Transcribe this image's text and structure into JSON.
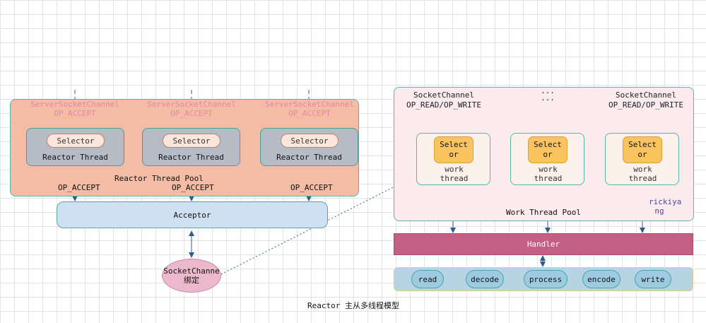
{
  "caption": "Reactor 主从多线程模型",
  "left_pool": {
    "label": "Reactor Thread Pool",
    "channel_label_line1": "ServerSocketChannel",
    "channel_label_line2": "OP_ACCEPT",
    "reactors": [
      {
        "selector": "Selector",
        "thread": "Reactor Thread",
        "op": "OP_ACCEPT"
      },
      {
        "selector": "Selector",
        "thread": "Reactor Thread",
        "op": "OP_ACCEPT"
      },
      {
        "selector": "Selector",
        "thread": "Reactor Thread",
        "op": "OP_ACCEPT"
      }
    ]
  },
  "acceptor": {
    "label": "Acceptor"
  },
  "socket_channel_bind": {
    "line1": "SocketChanne",
    "line2": "绑定"
  },
  "right_pool": {
    "label": "Work Thread Pool",
    "channel_label_line1": "SocketChannel",
    "channel_label_line2": "OP_READ/OP_WRITE",
    "ellipsis": "...",
    "workers": [
      {
        "selector": "Selector",
        "thread_line1": "work",
        "thread_line2": "thread"
      },
      {
        "selector": "Selector",
        "thread_line1": "work",
        "thread_line2": "thread"
      },
      {
        "selector": "Selector",
        "thread_line1": "work",
        "thread_line2": "thread"
      }
    ]
  },
  "watermark": {
    "line1": "rickiya",
    "line2": "ng"
  },
  "handler": {
    "label": "Handler"
  },
  "stages": [
    "read",
    "decode",
    "process",
    "encode",
    "write"
  ],
  "colors": {
    "left_pool_fill": "#f4bba5",
    "reactor_fill": "#b5bcc5",
    "acceptor_fill": "#cfe0f3",
    "right_pool_fill": "#fbebee",
    "selector_box_fill": "#f9c460",
    "handler_fill": "#c45f83",
    "stage_fill": "#9ccbe2",
    "connector_blue": "#2e5d8c"
  }
}
